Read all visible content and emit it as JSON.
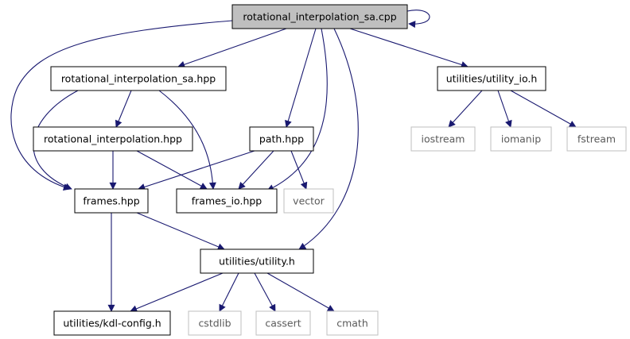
{
  "colors": {
    "edge": "#191970",
    "root_fill": "#bfbfbf",
    "node_border": "#000000",
    "external_border": "#bfbfbf",
    "text": "#000000",
    "external_text": "#5a5a5a"
  },
  "nodes": [
    {
      "id": "root",
      "label": "rotational_interpolation_sa.cpp",
      "kind": "root"
    },
    {
      "id": "sa_hpp",
      "label": "rotational_interpolation_sa.hpp",
      "kind": "file"
    },
    {
      "id": "utility_io",
      "label": "utilities/utility_io.h",
      "kind": "file"
    },
    {
      "id": "rot_hpp",
      "label": "rotational_interpolation.hpp",
      "kind": "file"
    },
    {
      "id": "path_hpp",
      "label": "path.hpp",
      "kind": "file"
    },
    {
      "id": "iostream",
      "label": "iostream",
      "kind": "external"
    },
    {
      "id": "iomanip",
      "label": "iomanip",
      "kind": "external"
    },
    {
      "id": "fstream",
      "label": "fstream",
      "kind": "external"
    },
    {
      "id": "frames_hpp",
      "label": "frames.hpp",
      "kind": "file"
    },
    {
      "id": "frames_io",
      "label": "frames_io.hpp",
      "kind": "file"
    },
    {
      "id": "vector",
      "label": "vector",
      "kind": "external"
    },
    {
      "id": "utility_h",
      "label": "utilities/utility.h",
      "kind": "file"
    },
    {
      "id": "kdl_config",
      "label": "utilities/kdl-config.h",
      "kind": "file"
    },
    {
      "id": "cstdlib",
      "label": "cstdlib",
      "kind": "external"
    },
    {
      "id": "cassert",
      "label": "cassert",
      "kind": "external"
    },
    {
      "id": "cmath",
      "label": "cmath",
      "kind": "external"
    }
  ],
  "edges": [
    {
      "from": "root",
      "to": "root"
    },
    {
      "from": "root",
      "to": "sa_hpp"
    },
    {
      "from": "root",
      "to": "utility_io"
    },
    {
      "from": "root",
      "to": "path_hpp"
    },
    {
      "from": "root",
      "to": "frames_hpp"
    },
    {
      "from": "root",
      "to": "frames_io"
    },
    {
      "from": "root",
      "to": "utility_h"
    },
    {
      "from": "sa_hpp",
      "to": "rot_hpp"
    },
    {
      "from": "sa_hpp",
      "to": "frames_hpp"
    },
    {
      "from": "sa_hpp",
      "to": "frames_io"
    },
    {
      "from": "utility_io",
      "to": "iostream"
    },
    {
      "from": "utility_io",
      "to": "iomanip"
    },
    {
      "from": "utility_io",
      "to": "fstream"
    },
    {
      "from": "rot_hpp",
      "to": "frames_hpp"
    },
    {
      "from": "rot_hpp",
      "to": "frames_io"
    },
    {
      "from": "path_hpp",
      "to": "frames_hpp"
    },
    {
      "from": "path_hpp",
      "to": "frames_io"
    },
    {
      "from": "path_hpp",
      "to": "vector"
    },
    {
      "from": "frames_hpp",
      "to": "utility_h"
    },
    {
      "from": "frames_hpp",
      "to": "kdl_config"
    },
    {
      "from": "utility_h",
      "to": "kdl_config"
    },
    {
      "from": "utility_h",
      "to": "cstdlib"
    },
    {
      "from": "utility_h",
      "to": "cassert"
    },
    {
      "from": "utility_h",
      "to": "cmath"
    }
  ]
}
